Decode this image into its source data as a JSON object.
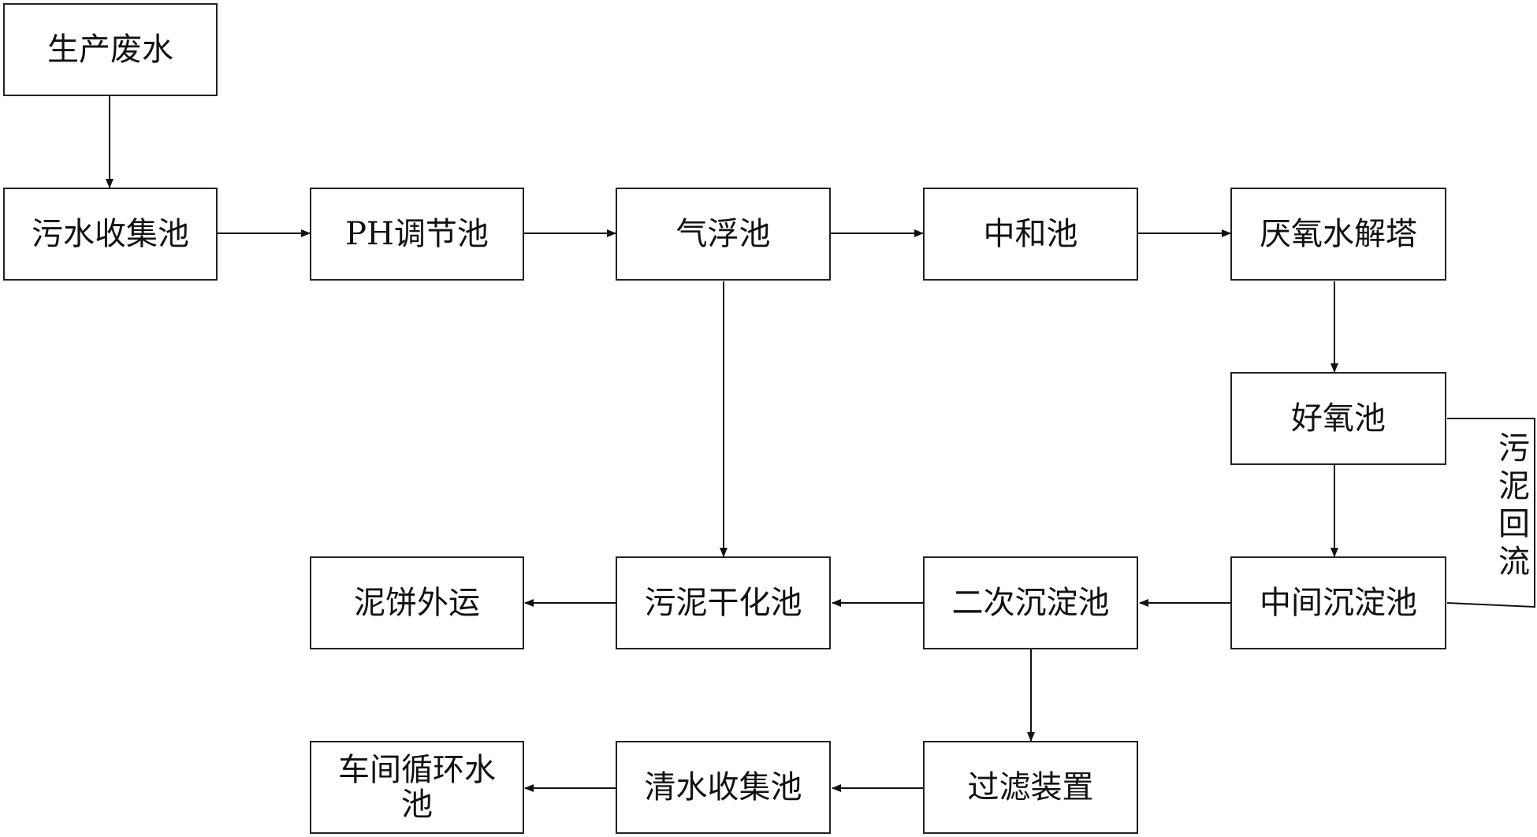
{
  "diagram": {
    "nodes": {
      "production_wastewater": "生产废水",
      "sewage_collection_tank": "污水收集池",
      "ph_adjustment_tank": "PH调节池",
      "air_flotation_tank": "气浮池",
      "neutralization_tank": "中和池",
      "anaerobic_hydrolysis_tower": "厌氧水解塔",
      "aerobic_tank": "好氧池",
      "intermediate_sedimentation_tank": "中间沉淀池",
      "secondary_sedimentation_tank": "二次沉淀池",
      "sludge_drying_tank": "污泥干化池",
      "mud_cake_transport": "泥饼外运",
      "filtration_device": "过滤装置",
      "clear_water_collection_tank": "清水收集池",
      "workshop_circulation_pool": "车间循环水池"
    },
    "loop_label": [
      "污",
      "泥",
      "回",
      "流"
    ]
  }
}
